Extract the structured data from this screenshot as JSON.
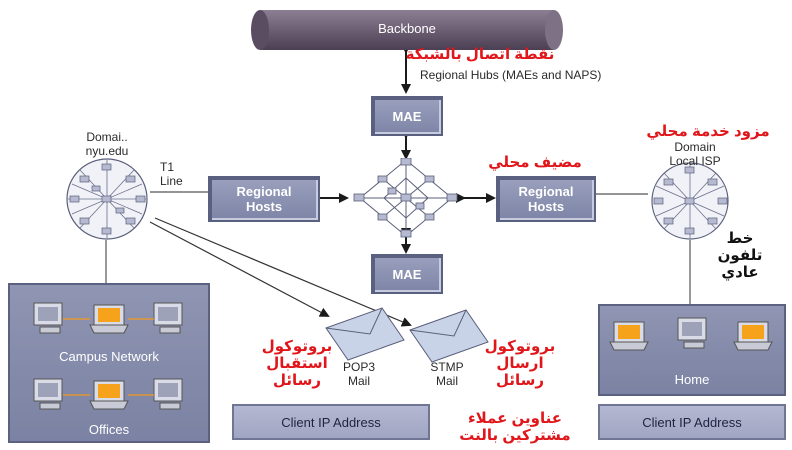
{
  "backbone": {
    "label": "Backbone"
  },
  "hubs": {
    "label": "Regional Hubs (MAEs and NAPS)",
    "arabic": "نقطة اتصال بالشبكة"
  },
  "mae_top": {
    "label": "MAE"
  },
  "mae_bottom": {
    "label": "MAE"
  },
  "regional_hosts_left": {
    "label": "Regional Hosts"
  },
  "regional_hosts_right": {
    "label": "Regional Hosts",
    "arabic": "مضيف محلي"
  },
  "left_domain": {
    "line1": "Domai..",
    "line2": "nyu.edu"
  },
  "t1": {
    "line1": "T1",
    "line2": "Line"
  },
  "right_domain": {
    "line1": "Domain",
    "line2": "Local ISP",
    "arabic": "مزود خدمة محلي"
  },
  "phone_line": {
    "arabic_line1": "خط",
    "arabic_line2": "تلفون",
    "arabic_line3": "عادي"
  },
  "campus": {
    "network_label": "Campus Network",
    "offices_label": "Offices"
  },
  "home": {
    "label": "Home"
  },
  "pop3": {
    "line1": "POP3",
    "line2": "Mail",
    "arabic_line1": "بروتوكول",
    "arabic_line2": "استقبال",
    "arabic_line3": "رسائل"
  },
  "stmp": {
    "line1": "STMP",
    "line2": "Mail",
    "arabic_line1": "بروتوكول",
    "arabic_line2": "ارسال",
    "arabic_line3": "رسائل"
  },
  "client_ip_left": {
    "label": "Client IP Address"
  },
  "client_ip_right": {
    "label": "Client IP Address"
  },
  "client_note": {
    "arabic_line1": "عناوين عملاء",
    "arabic_line2": "مشتركين بالنت"
  },
  "colors": {
    "accent_text": "#e0161a",
    "box_fill": "#8a90b0"
  }
}
